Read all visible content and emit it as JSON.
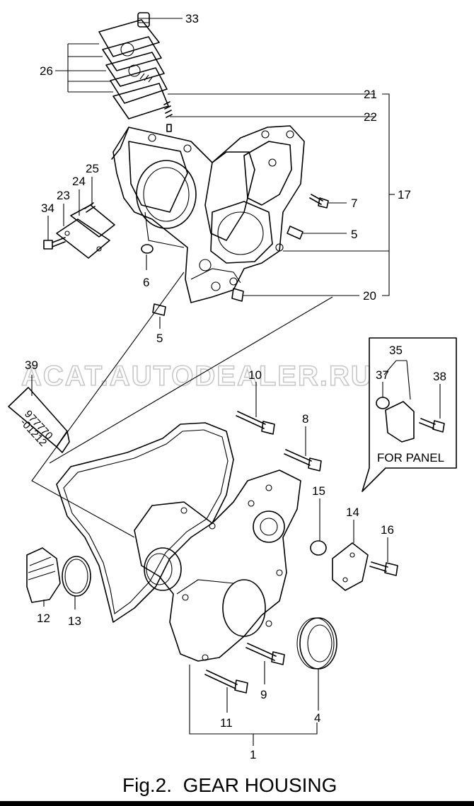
{
  "figure": {
    "caption": "Fig.2.  GEAR HOUSING",
    "watermark": "ACAT.AUTODEALER.RU",
    "panel_note": "FOR PANEL",
    "tube_print_1": "977770",
    "tube_print_2": "-01212"
  },
  "callouts": {
    "c1": "1",
    "c4": "4",
    "c5a": "5",
    "c5b": "5",
    "c6": "6",
    "c7": "7",
    "c8": "8",
    "c9": "9",
    "c10": "10",
    "c11": "11",
    "c12": "12",
    "c13": "13",
    "c14": "14",
    "c15": "15",
    "c16": "16",
    "c17": "17",
    "c20": "20",
    "c21": "21",
    "c22": "22",
    "c23": "23",
    "c24": "24",
    "c25": "25",
    "c26": "26",
    "c33": "33",
    "c34": "34",
    "c35": "35",
    "c37": "37",
    "c38": "38",
    "c39": "39"
  }
}
